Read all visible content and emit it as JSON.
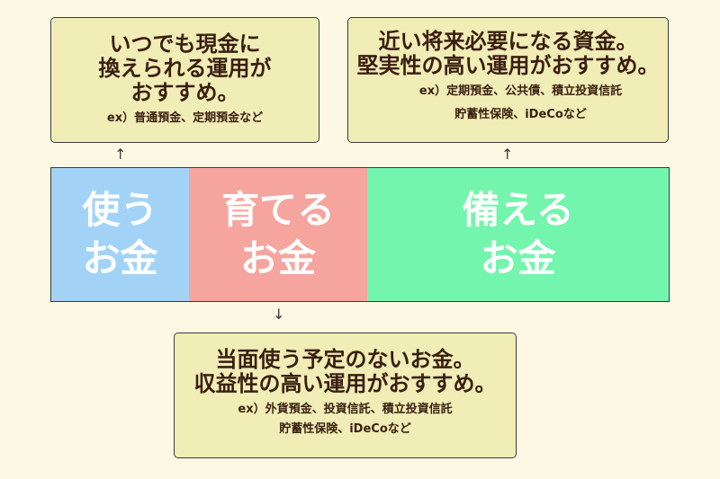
{
  "notes": {
    "spend": {
      "lines": [
        "いつでも現金に",
        "換えられる運用が",
        "おすすめ。"
      ],
      "example": "ex）普通預金、定期預金など"
    },
    "prepare": {
      "lines": [
        "近い将来必要になる資金。",
        "堅実性の高い運用がおすすめ。"
      ],
      "example_1": "ex）定期預金、公共債、積立投資信託",
      "example_2": "貯蓄性保険、iDeCoなど"
    },
    "grow": {
      "lines": [
        "当面使う予定のないお金。",
        "収益性の高い運用がおすすめ。"
      ],
      "example_1": "ex）外貨預金、投資信託、積立投資信託",
      "example_2": "貯蓄性保険、iDeCoなど"
    }
  },
  "bands": {
    "use": {
      "line1": "使う",
      "line2": "お金",
      "color": "#a2d3f7"
    },
    "grow": {
      "line1": "育てる",
      "line2": "お金",
      "color": "#f5a59e"
    },
    "prepare": {
      "line1": "備える",
      "line2": "お金",
      "color": "#73f5ad"
    }
  },
  "arrows": {
    "up": "↑",
    "down": "↓"
  },
  "colors": {
    "background": "#fdf8e4",
    "note_fill": "#f1edb6",
    "text": "#3a1f10"
  }
}
